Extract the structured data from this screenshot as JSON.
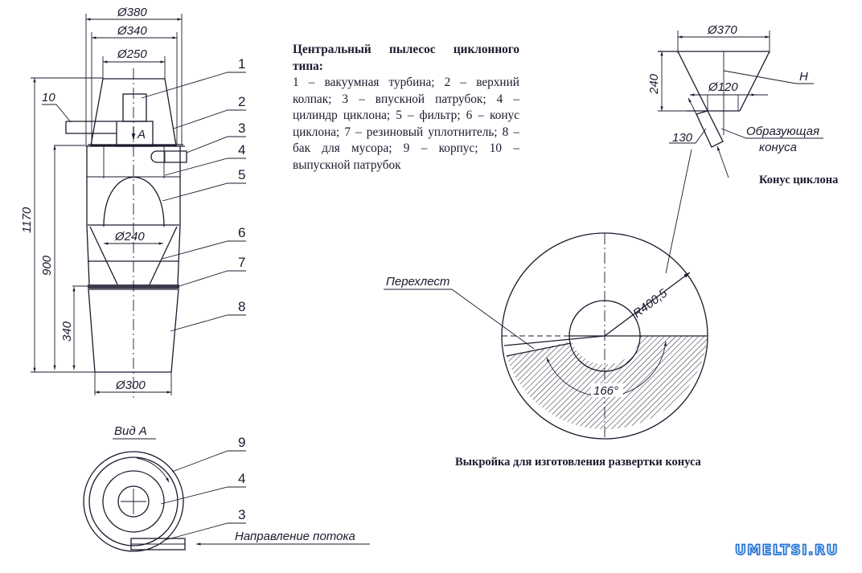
{
  "legend": {
    "title": "Центральный пылесос циклонного типа:",
    "body": "1 – вакуумная турбина; 2 – верхний колпак; 3 – впускной патрубок; 4 – цилиндр циклона; 5 – фильтр; 6 – конус циклона; 7 – резиновый уплотнитель; 8 – бак для мусора; 9 – корпус; 10 – выпускной патрубок"
  },
  "main_view": {
    "dims": {
      "d380": "Ø380",
      "d340": "Ø340",
      "d250": "Ø250",
      "d240": "Ø240",
      "d300": "Ø300",
      "h1170": "1170",
      "h900": "900",
      "h340": "340"
    },
    "arrow_label": "A",
    "callouts": [
      "1",
      "2",
      "3",
      "4",
      "5",
      "6",
      "7",
      "8",
      "10"
    ]
  },
  "view_a": {
    "title": "Вид А",
    "callouts": [
      "9",
      "4",
      "3"
    ],
    "flow_label": "Направление потока"
  },
  "cone": {
    "d370": "Ø370",
    "d120": "Ø120",
    "h240": "240",
    "l130": "130",
    "h_label": "H",
    "generatrix_line1": "Образующая",
    "generatrix_line2": "конуса",
    "caption": "Конус циклона"
  },
  "pattern": {
    "overlap_label": "Перехлест",
    "radius": "R400,5",
    "angle": "166°",
    "caption": "Выкройка для изготовления развертки конуса"
  },
  "watermark": "UMELTSI.RU"
}
